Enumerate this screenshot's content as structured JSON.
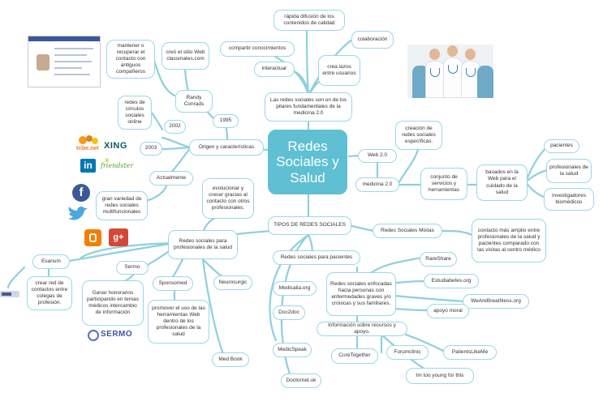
{
  "center": "Redes Sociales y Salud",
  "nodes": {
    "pilares": "Las redes sociales son un de los pilares fundamentales de la medicina 2.0",
    "difusion": "rápida difusión de los contenidos de calidad",
    "colaboracion": "colaboración",
    "compartir": "compartir conocimientos",
    "interactuar": "interactuar",
    "crea_lazos": "crea lazos entre usuarios",
    "origen": "Origen y características",
    "y1995": "1995",
    "randy": "Randy Conrads",
    "classmates": "creó el sitio Web classmates.com",
    "mantener": "mantener o recuperar el contacto con antiguos compañeros",
    "y2002": "2002",
    "circulos": "redes de círculos sociales online",
    "y2003": "2003",
    "actualmente": "Actualmente",
    "gran_variedad": "gran variedad de redes sociales multifuncionales",
    "web20": "Web 2.0",
    "medicina20": "medicina 2.0",
    "creacion": "creación de redes sociales específicas.",
    "conjunto": "conjunto de servicios y herramientas",
    "basados": "basados en la Web para el cuidado de la salud",
    "pacientes": "pacientes",
    "profesionales": "profesionales de la salud",
    "investigadores": "investigadores biomédicos",
    "tipos": "TIPOS DE REDES SOCIALES",
    "mixtas": "Redes Sociales Mixtas",
    "contacto_amplio": "contacto más amplio entre profesionales de la salud y pacientes comparado con las visitas al centro médico",
    "redes_pacientes": "Redes sociales para pacientes",
    "enfocadas": "Redes sociales enfocadas hacia personas con enfermedades graves y/o crónicas y sus familiares.",
    "rareshare": "RareShare",
    "estudiabetes": "Estudiabetes.org",
    "wearebreathless": "WeAreBreathless.org",
    "apoyo": "apoyo moral",
    "informacion": "Información sobre recursos y apoyo.",
    "patientslikeme": "PatientsLikeMe",
    "curetogether": "CureTogether",
    "forumclinic": "Forumclinic",
    "imtooyoung": "Im too young for this",
    "profesionales_redes": "Redes sociales para profesionales de la salud",
    "evolucionar": "evolucionar y crecer gracias al contacto con otros profesionales.",
    "esanum": "Esanum",
    "crear_red": "crear red de contactos entre colegas de profesión.",
    "sermo": "Sermo",
    "ganar": "Ganar honorarios participando en temas médicos intercambio de información",
    "sponsomed": "Sponsomed",
    "promover": "promover el uso de las herramientas Web dentro de los profesionales de la salud",
    "neurosurgic": "Neurosurgic",
    "medbook": "Med Book",
    "medicalia": "Medicalia.org",
    "doc2doc": "Doc2doc",
    "medicspeak": "MedicSpeak",
    "doctornet": "Doctornet.uk"
  },
  "logos": {
    "tribe": "tribe.net",
    "xing": "XING",
    "linkedin": "in",
    "friendster": "friendster",
    "facebook": "f",
    "googleplus": "g+",
    "sermo_logo": "SERMO"
  },
  "colors": {
    "center": "#5fc0d3",
    "border": "#9ad7e6",
    "line": "#7ec9dc"
  }
}
